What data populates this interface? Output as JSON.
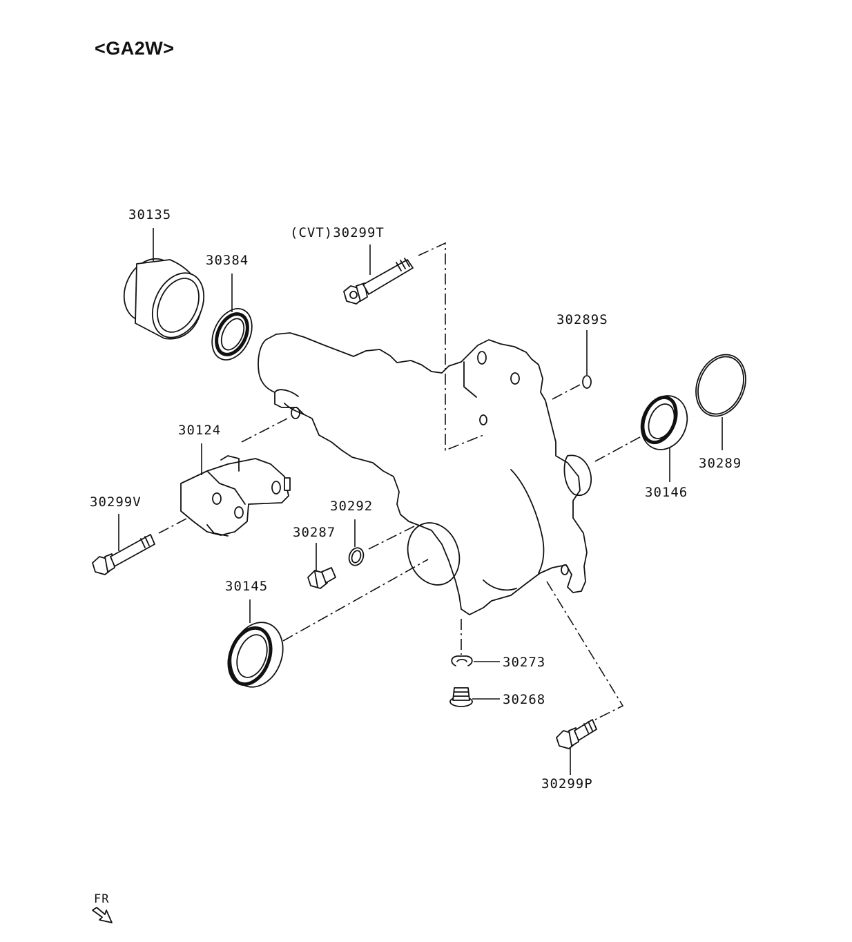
{
  "title": "<GA2W>",
  "direction": {
    "label": "FR"
  },
  "parts": [
    {
      "id": "p30135",
      "label": "30135"
    },
    {
      "id": "p30384",
      "label": "30384"
    },
    {
      "id": "p30299T",
      "label": "(CVT)30299T"
    },
    {
      "id": "p30289S",
      "label": "30289S"
    },
    {
      "id": "p30289",
      "label": "30289"
    },
    {
      "id": "p30146",
      "label": "30146"
    },
    {
      "id": "p30124",
      "label": "30124"
    },
    {
      "id": "p30299V",
      "label": "30299V"
    },
    {
      "id": "p30292",
      "label": "30292"
    },
    {
      "id": "p30287",
      "label": "30287"
    },
    {
      "id": "p30145",
      "label": "30145"
    },
    {
      "id": "p30273",
      "label": "30273"
    },
    {
      "id": "p30268",
      "label": "30268"
    },
    {
      "id": "p30299P",
      "label": "30299P"
    }
  ]
}
